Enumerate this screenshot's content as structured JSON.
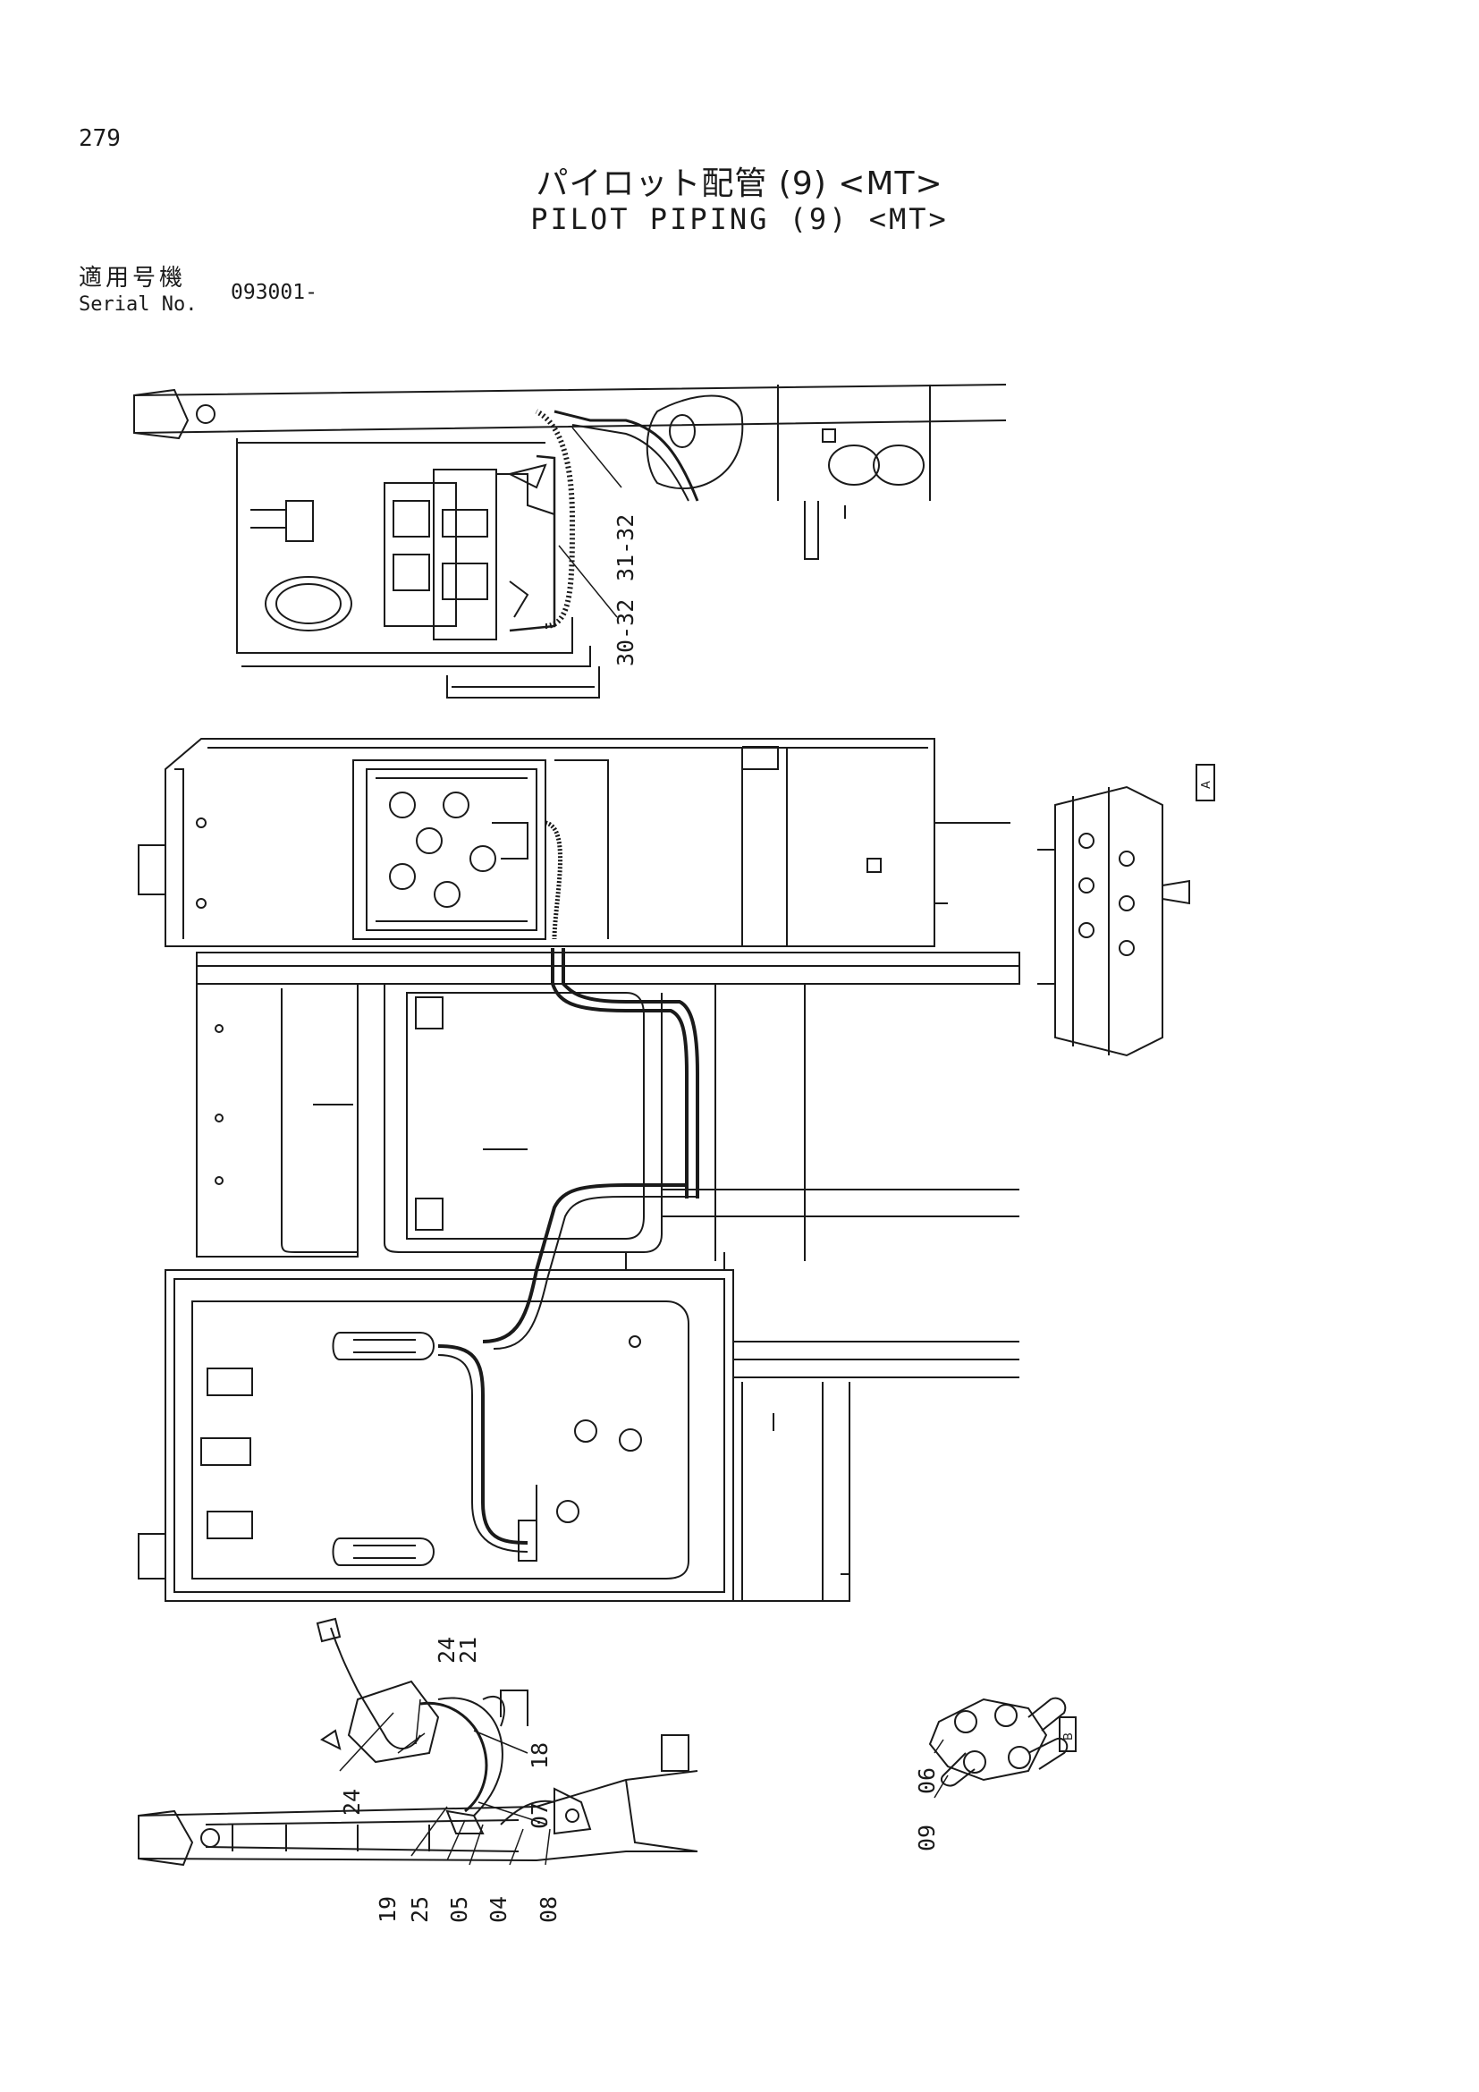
{
  "header": {
    "page_number": "279",
    "title_jp": "パイロット配管 (9) <MT>",
    "title_en": "PILOT PIPING (9) <MT>",
    "serial_label_jp": "適用号機",
    "serial_label_en": "Serial No.",
    "serial_value": "093001-"
  },
  "callouts": {
    "c31_32": "31-32",
    "c30_32": "30-32",
    "c24a": "24",
    "c21": "21",
    "c24b": "24",
    "c18": "18",
    "c07": "07",
    "c19": "19",
    "c25": "25",
    "c05": "05",
    "c04": "04",
    "c08": "08",
    "c06": "06",
    "c09": "09"
  },
  "views": {
    "view_a": "A",
    "view_b": "B"
  },
  "colors": {
    "ink": "#1a1a1a",
    "paper": "#ffffff"
  }
}
